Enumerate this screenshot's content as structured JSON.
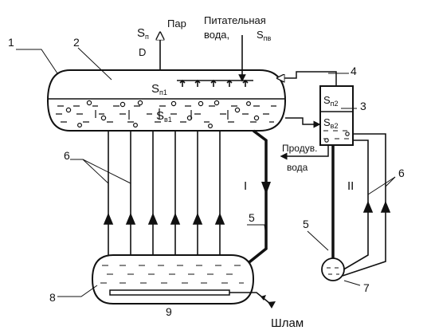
{
  "labels": {
    "drum_top_num": "1",
    "drum_body_num": "2",
    "cyclone_top_num": "4",
    "cyclone_body_num": "3",
    "left_risers_num": "6",
    "right_risers_num": "6",
    "main_downcomer_num": "5",
    "cyclone_downcomer_num": "5",
    "small_collector_num": "7",
    "lower_drum_num": "8",
    "sludge_pipe_num": "9",
    "circuit_one": "I",
    "circuit_two": "II",
    "steam_symbol": "S",
    "steam_symbol_sub": "п",
    "steam_label": "Пар",
    "flow_symbol": "D",
    "feedwater_line1": "Питательная",
    "feedwater_line2": "вода,",
    "feedwater_symbol": "S",
    "feedwater_symbol_sub": "пв",
    "drum_steam_symbol": "S",
    "drum_steam_sub": "п1",
    "drum_water_symbol": "S",
    "drum_water_sub": "в1",
    "cyclone_steam_symbol": "S",
    "cyclone_steam_sub": "п2",
    "cyclone_water_symbol": "S",
    "cyclone_water_sub": "в2",
    "blowdown_line1": "Продув.",
    "blowdown_line2": "вода",
    "sludge_label": "Шлам"
  }
}
